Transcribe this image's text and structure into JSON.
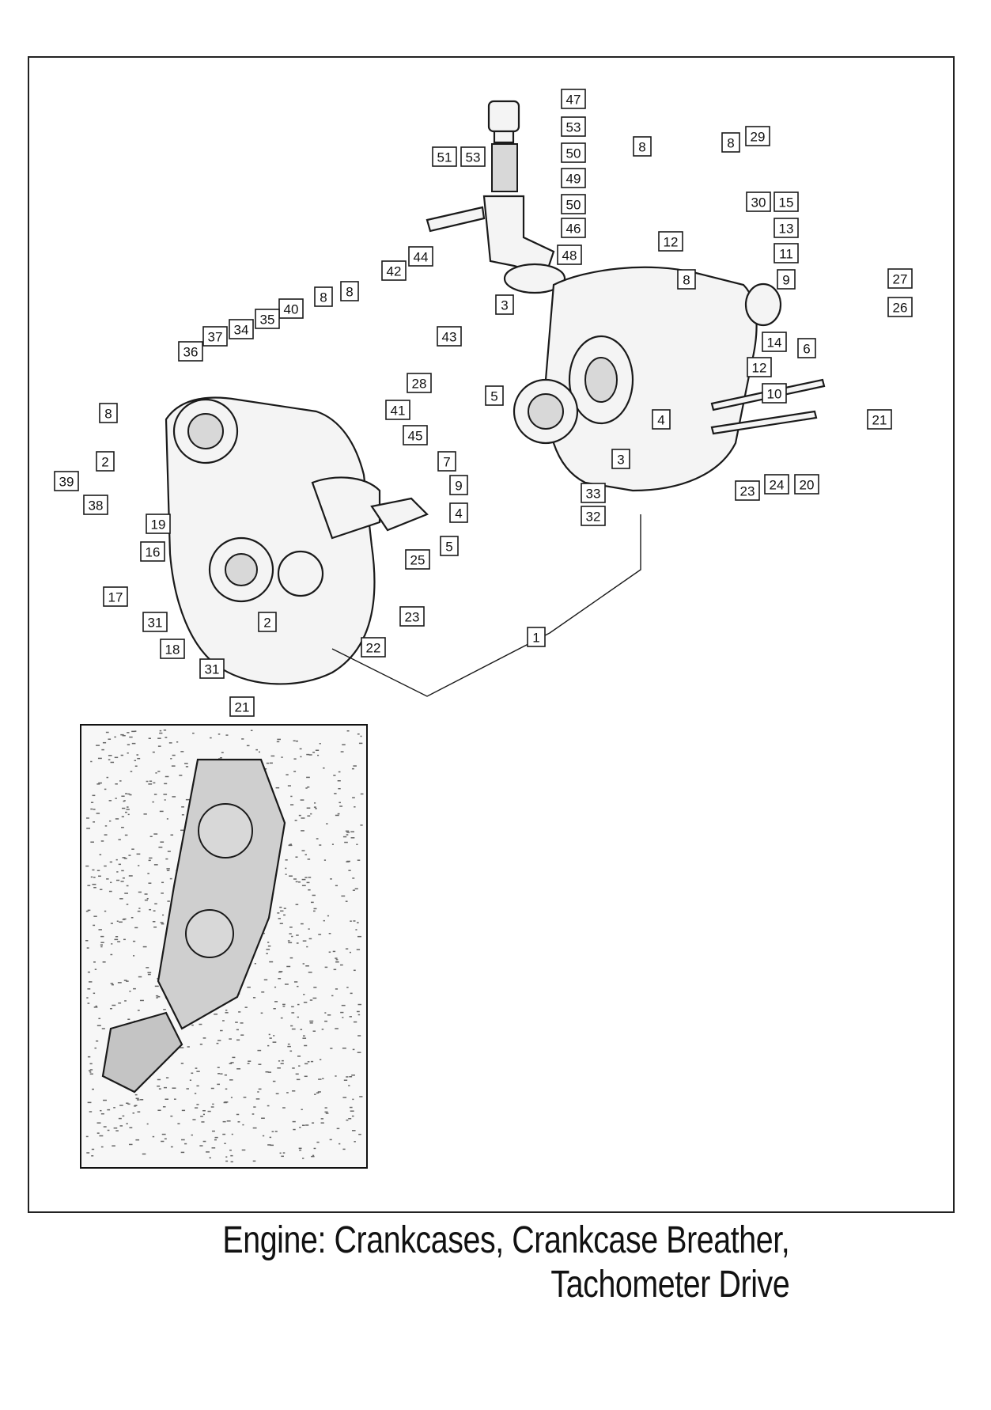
{
  "title": {
    "line1": "Engine: Crankcases, Crankcase Breather,",
    "line2": "Tachometer Drive"
  },
  "callouts": [
    "47",
    "53",
    "51",
    "53",
    "50",
    "49",
    "50",
    "46",
    "48",
    "8",
    "29",
    "8",
    "30",
    "15",
    "12",
    "13",
    "11",
    "8",
    "9",
    "27",
    "26",
    "3",
    "14",
    "6",
    "12",
    "10",
    "5",
    "4",
    "21",
    "3",
    "24",
    "20",
    "23",
    "33",
    "32",
    "42",
    "44",
    "43",
    "8",
    "8",
    "40",
    "35",
    "34",
    "37",
    "36",
    "28",
    "41",
    "8",
    "45",
    "2",
    "7",
    "39",
    "9",
    "38",
    "4",
    "19",
    "5",
    "25",
    "16",
    "17",
    "23",
    "2",
    "31",
    "22",
    "1",
    "18",
    "31",
    "21"
  ]
}
